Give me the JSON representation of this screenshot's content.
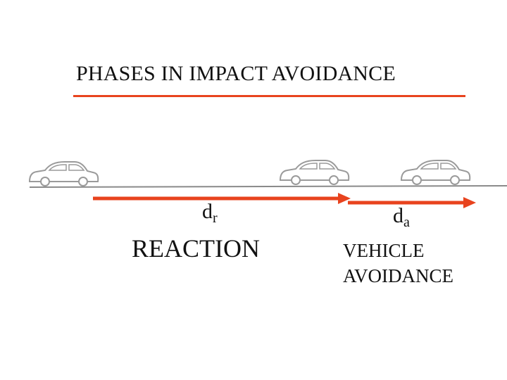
{
  "title": "PHASES IN IMPACT AVOIDANCE",
  "reaction": {
    "symbol": "d",
    "subscript": "r",
    "label": "REACTION"
  },
  "avoidance": {
    "symbol": "d",
    "subscript": "a",
    "label_line1": "VEHICLE",
    "label_line2": "AVOIDANCE"
  },
  "colors": {
    "accent": "#e8431e",
    "car_outline": "#9a9a9a",
    "road": "#8a8a8a",
    "text": "#111111"
  }
}
